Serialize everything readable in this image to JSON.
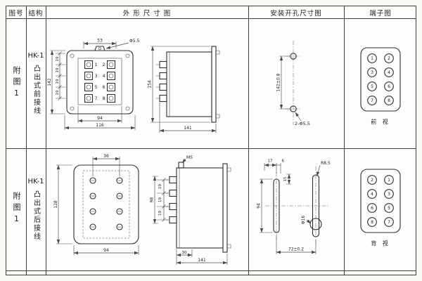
{
  "header": {
    "fig_no": "图号",
    "structure": "结构",
    "outline": "外 形 尺 寸 图",
    "mounting": "安装开孔尺寸图",
    "terminal": "端子图"
  },
  "row1": {
    "fig_no": "附图1",
    "model": "HK-1",
    "structure": "凸出式前接线",
    "outline": {
      "top_width": "53",
      "hole_dia": "Φ5.5",
      "pitch1": "19",
      "pitch2": "19",
      "pitch3": "19",
      "pitch4": "19",
      "height_total": "142",
      "bottom_inner": "94",
      "bottom_outer": "116",
      "side_height": "154",
      "side_depth": "141",
      "terminals": [
        "1",
        "2",
        "3",
        "4",
        "5",
        "6",
        "7",
        "8"
      ]
    },
    "mounting": {
      "hole_pitch": "142±0.8",
      "hole_spec": "2-Φ5.5"
    },
    "terminal_diagram": {
      "left": [
        "1",
        "3",
        "5",
        "7"
      ],
      "right": [
        "2",
        "4",
        "6",
        "8"
      ],
      "view_label": "前 视"
    }
  },
  "row2": {
    "fig_no": "附图1",
    "model": "HK-1",
    "structure": "凸出式后接线",
    "outline": {
      "top_width": "36",
      "height_left": "128",
      "bottom_width": "94",
      "stud": "M5",
      "pitch1": "19",
      "pitch2": "19",
      "pitch3": "19",
      "pitch_total": "98",
      "depth_offset": "30",
      "side_depth": "141"
    },
    "mounting": {
      "dim_17": "17",
      "dim_6": "6",
      "dim_15": "15",
      "height": "94",
      "radius": "R8.5",
      "slot": "Φ16",
      "pitch": "72±0.2"
    },
    "terminal_diagram": {
      "left": [
        "2",
        "4",
        "6",
        "8"
      ],
      "right": [
        "1",
        "3",
        "5",
        "7"
      ],
      "view_label": "背 视"
    }
  }
}
